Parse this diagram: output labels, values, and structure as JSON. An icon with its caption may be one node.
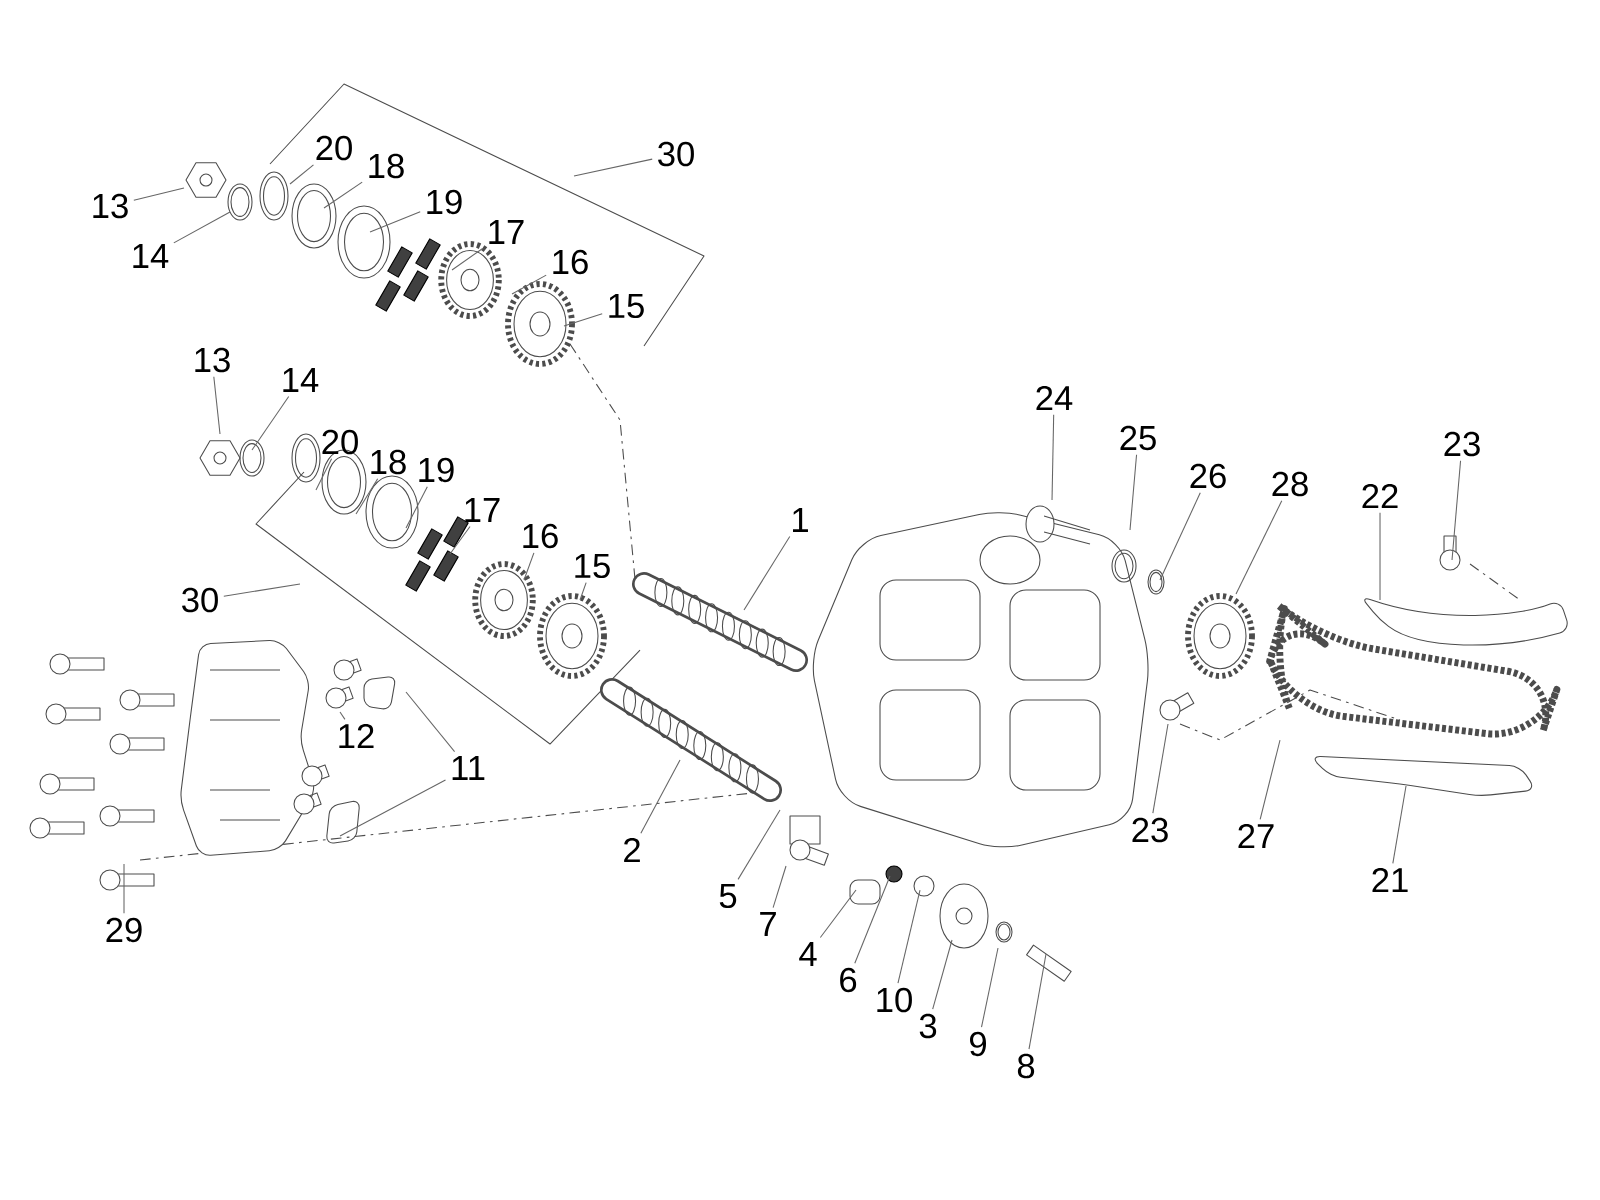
{
  "diagram": {
    "nodes": [
      {
        "text": [
          "13"
        ]
      },
      {
        "text": [
          "14"
        ]
      },
      {
        "text": [
          "20"
        ]
      },
      {
        "text": [
          "18"
        ]
      },
      {
        "text": [
          "19"
        ]
      },
      {
        "text": [
          "17"
        ]
      },
      {
        "text": [
          "16"
        ]
      },
      {
        "text": [
          "15"
        ]
      },
      {
        "text": [
          "30"
        ]
      },
      {
        "text": [
          "13"
        ]
      },
      {
        "text": [
          "14"
        ]
      },
      {
        "text": [
          "20"
        ]
      },
      {
        "text": [
          "18"
        ]
      },
      {
        "text": [
          "19"
        ]
      },
      {
        "text": [
          "17"
        ]
      },
      {
        "text": [
          "16"
        ]
      },
      {
        "text": [
          "15"
        ]
      },
      {
        "text": [
          "30"
        ]
      },
      {
        "text": [
          "1"
        ]
      },
      {
        "text": [
          "2"
        ]
      },
      {
        "text": [
          "5"
        ]
      },
      {
        "text": [
          "7"
        ]
      },
      {
        "text": [
          "4"
        ]
      },
      {
        "text": [
          "6"
        ]
      },
      {
        "text": [
          "10"
        ]
      },
      {
        "text": [
          "3"
        ]
      },
      {
        "text": [
          "9"
        ]
      },
      {
        "text": [
          "8"
        ]
      },
      {
        "text": [
          "29"
        ]
      },
      {
        "text": [
          "12"
        ]
      },
      {
        "text": [
          "11"
        ]
      },
      {
        "text": [
          "24"
        ]
      },
      {
        "text": [
          "25"
        ]
      },
      {
        "text": [
          "26"
        ]
      },
      {
        "text": [
          "28"
        ]
      },
      {
        "text": [
          "22"
        ]
      },
      {
        "text": [
          "23"
        ]
      },
      {
        "text": [
          "23"
        ]
      },
      {
        "text": [
          "27"
        ]
      },
      {
        "text": [
          "21"
        ]
      }
    ],
    "edges": [
      {
        "from": 0,
        "to": null,
        "arrow": "none"
      },
      {
        "from": 1,
        "to": null,
        "arrow": "none"
      },
      {
        "from": 2,
        "to": null,
        "arrow": "none"
      },
      {
        "from": 3,
        "to": null,
        "arrow": "none"
      },
      {
        "from": 4,
        "to": null,
        "arrow": "none"
      },
      {
        "from": 5,
        "to": null,
        "arrow": "none"
      },
      {
        "from": 6,
        "to": null,
        "arrow": "none"
      },
      {
        "from": 7,
        "to": null,
        "arrow": "none"
      },
      {
        "from": 8,
        "to": null,
        "arrow": "none"
      },
      {
        "from": 9,
        "to": null,
        "arrow": "none"
      },
      {
        "from": 10,
        "to": null,
        "arrow": "none"
      },
      {
        "from": 11,
        "to": null,
        "arrow": "none"
      },
      {
        "from": 12,
        "to": null,
        "arrow": "none"
      },
      {
        "from": 13,
        "to": null,
        "arrow": "none"
      },
      {
        "from": 14,
        "to": null,
        "arrow": "none"
      },
      {
        "from": 15,
        "to": null,
        "arrow": "none"
      },
      {
        "from": 16,
        "to": null,
        "arrow": "none"
      },
      {
        "from": 17,
        "to": null,
        "arrow": "none"
      },
      {
        "from": 18,
        "to": null,
        "arrow": "none"
      },
      {
        "from": 19,
        "to": null,
        "arrow": "none"
      },
      {
        "from": 20,
        "to": null,
        "arrow": "none"
      },
      {
        "from": 21,
        "to": null,
        "arrow": "none"
      },
      {
        "from": 22,
        "to": null,
        "arrow": "none"
      },
      {
        "from": 23,
        "to": null,
        "arrow": "none"
      },
      {
        "from": 24,
        "to": null,
        "arrow": "none"
      },
      {
        "from": 25,
        "to": null,
        "arrow": "none"
      },
      {
        "from": 26,
        "to": null,
        "arrow": "none"
      },
      {
        "from": 27,
        "to": null,
        "arrow": "none"
      },
      {
        "from": 28,
        "to": null,
        "arrow": "none"
      },
      {
        "from": 29,
        "to": null,
        "arrow": "none"
      },
      {
        "from": 30,
        "to": null,
        "arrow": "none"
      },
      {
        "from": 30,
        "to": null,
        "arrow": "none"
      },
      {
        "from": 31,
        "to": null,
        "arrow": "none"
      },
      {
        "from": 32,
        "to": null,
        "arrow": "none"
      },
      {
        "from": 33,
        "to": null,
        "arrow": "none"
      },
      {
        "from": 34,
        "to": null,
        "arrow": "none"
      },
      {
        "from": 35,
        "to": null,
        "arrow": "none"
      },
      {
        "from": 36,
        "to": null,
        "arrow": "none"
      },
      {
        "from": 37,
        "to": null,
        "arrow": "none"
      },
      {
        "from": 38,
        "to": null,
        "arrow": "none"
      },
      {
        "from": 39,
        "to": null,
        "arrow": "none"
      }
    ]
  }
}
